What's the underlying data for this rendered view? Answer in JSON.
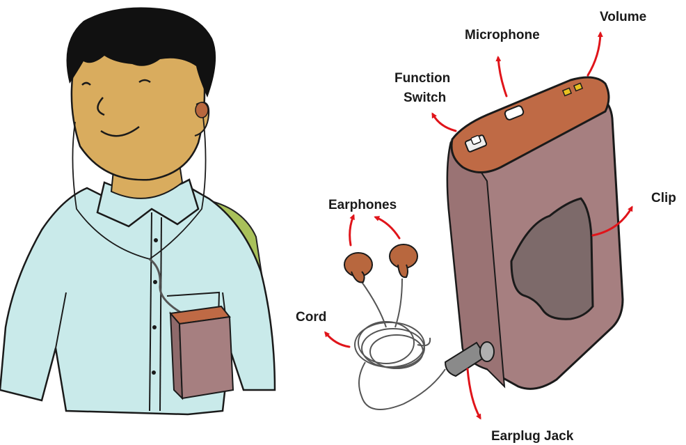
{
  "labels": {
    "volume": "Volume",
    "microphone": "Microphone",
    "function_switch_line1": "Function",
    "function_switch_line2": "Switch",
    "clip": "Clip",
    "earphones": "Earphones",
    "cord": "Cord",
    "earplug_jack": "Earplug Jack"
  },
  "colors": {
    "skin": "#d9ac5e",
    "hair": "#111111",
    "shirt": "#c9eaea",
    "backpack": "#a9c15a",
    "device_body": "#a67f80",
    "device_top": "#bf6a45",
    "clip": "#7d6a6a",
    "earbud": "#b8673e",
    "arrow": "#e0141a",
    "cord": "#555555"
  }
}
